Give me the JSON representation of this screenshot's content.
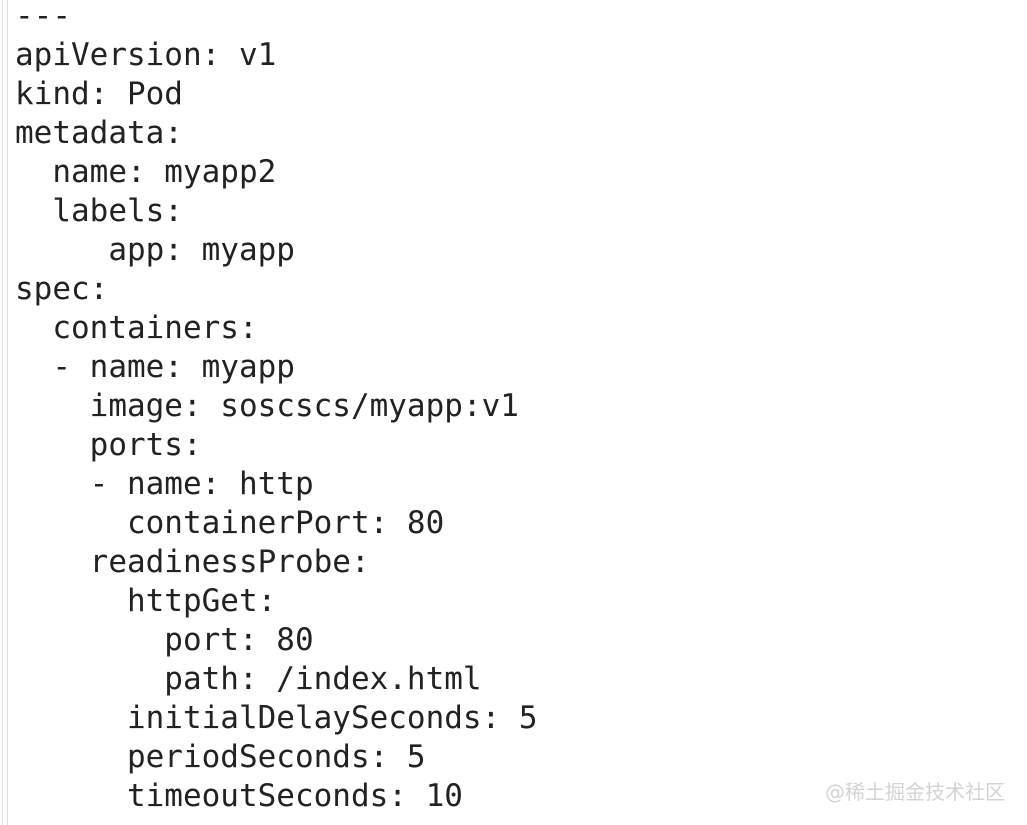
{
  "colors": {
    "background": "#ffffff",
    "code_text": "#222222",
    "border_line_outer": "#e4e4e4",
    "border_line_inner": "#dcdcdc",
    "watermark": "#d3d3d3"
  },
  "code_block": {
    "language": "yaml",
    "lines": [
      "---",
      "apiVersion: v1",
      "kind: Pod",
      "metadata:",
      "  name: myapp2",
      "  labels:",
      "     app: myapp",
      "spec:",
      "  containers:",
      "  - name: myapp",
      "    image: soscscs/myapp:v1",
      "    ports:",
      "    - name: http",
      "      containerPort: 80",
      "    readinessProbe:",
      "      httpGet:",
      "        port: 80",
      "        path: /index.html",
      "      initialDelaySeconds: 5",
      "      periodSeconds: 5",
      "      timeoutSeconds: 10"
    ]
  },
  "watermark": {
    "text": "@稀土掘金技术社区"
  }
}
